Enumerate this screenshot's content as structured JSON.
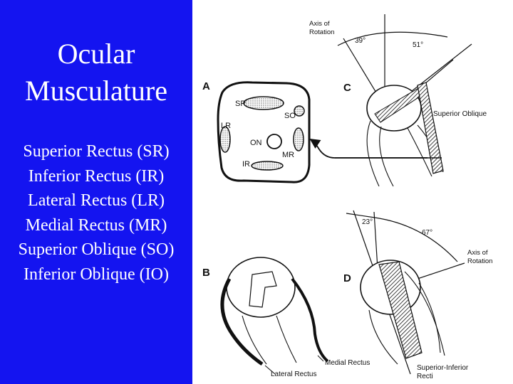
{
  "slide": {
    "title_line1": "Ocular",
    "title_line2": "Musculature",
    "muscles": [
      "Superior Rectus (SR)",
      "Inferior Rectus (IR)",
      "Lateral Rectus (LR)",
      "Medial Rectus (MR)",
      "Superior Oblique (SO)",
      "Inferior Oblique (IO)"
    ],
    "background_color": "#1414f0",
    "text_color": "#ffffff"
  },
  "figure": {
    "panel_letters": {
      "a": "A",
      "b": "B",
      "c": "C",
      "d": "D"
    },
    "panel_a": {
      "sr": "SR",
      "so": "SO",
      "lr": "LR",
      "on": "ON",
      "mr": "MR",
      "ir": "IR"
    },
    "panel_c": {
      "axis_line1": "Axis of",
      "axis_line2": "Rotation",
      "angle_left": "39°",
      "angle_right": "51°",
      "muscle_label": "Superior Oblique"
    },
    "panel_b": {
      "medial": "Medial Rectus",
      "lateral": "Lateral Rectus"
    },
    "panel_d": {
      "angle_left": "23°",
      "angle_right": "67°",
      "axis_line1": "Axis of",
      "axis_line2": "Rotation",
      "recti_line1": "Superior-Inferior",
      "recti_line2": "Recti"
    }
  }
}
